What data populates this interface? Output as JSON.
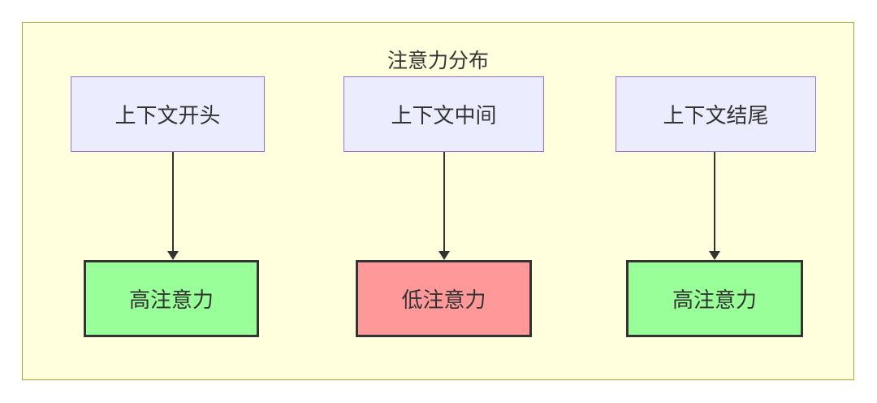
{
  "diagram": {
    "title": "注意力分布",
    "columns": [
      {
        "source": "上下文开头",
        "target": "高注意力",
        "attention_level": "high"
      },
      {
        "source": "上下文中间",
        "target": "低注意力",
        "attention_level": "low"
      },
      {
        "source": "上下文结尾",
        "target": "高注意力",
        "attention_level": "high"
      }
    ],
    "colors": {
      "container_background": "#ffffde",
      "container_border": "#aaaa33",
      "source_node_background": "#ececff",
      "source_node_border": "#9370db",
      "high_attention_background": "#99ff99",
      "low_attention_background": "#ff9999",
      "attention_node_border": "#333333",
      "arrow": "#333333",
      "text": "#333333"
    }
  }
}
